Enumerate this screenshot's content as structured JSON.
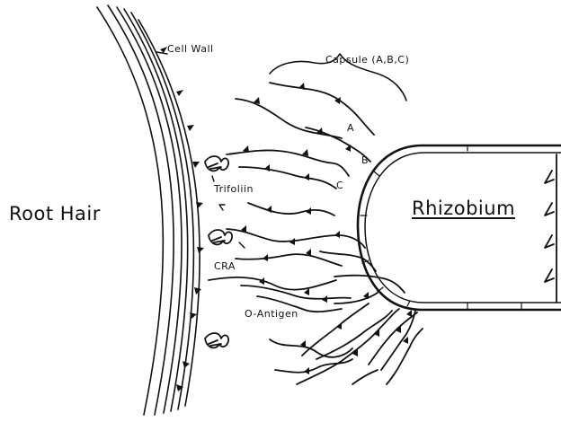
{
  "labels": {
    "cell_wall": "Cell Wall",
    "capsule": "Capsule (A,B,C)",
    "root_hair": "Root Hair",
    "rhizobium": "Rhizobium",
    "trifoliin": "Trifoliin",
    "cra": "CRA",
    "o_antigen": "O-Antigen",
    "a": "A",
    "b": "B",
    "c": "C"
  },
  "colors": {
    "ink": "#111111",
    "background": "#ffffff"
  },
  "icons": [
    "trifoliin-lectin-icon",
    "arrowhead-marker"
  ]
}
